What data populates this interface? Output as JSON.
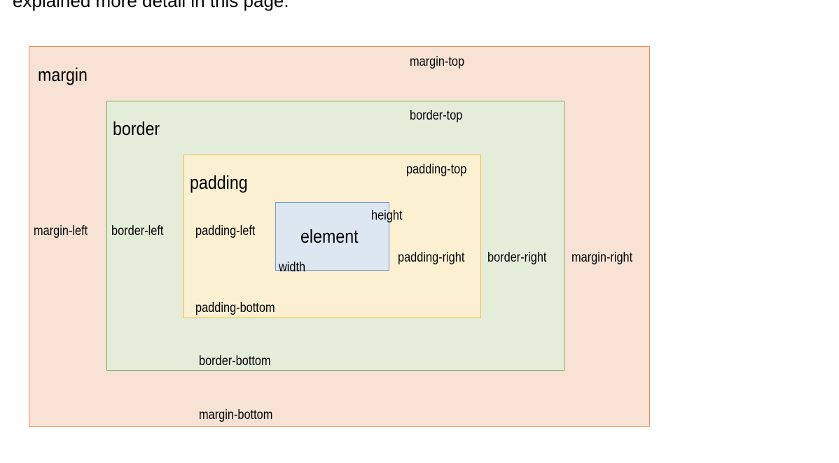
{
  "header_fragment": "explained more detail in this page.",
  "diagram": {
    "margin": {
      "title": "margin",
      "top": "margin-top",
      "left": "margin-left",
      "right": "margin-right",
      "bottom": "margin-bottom"
    },
    "border": {
      "title": "border",
      "top": "border-top",
      "left": "border-left",
      "right": "border-right",
      "bottom": "border-bottom"
    },
    "padding": {
      "title": "padding",
      "top": "padding-top",
      "left": "padding-left",
      "right": "padding-right",
      "bottom": "padding-bottom"
    },
    "element": {
      "title": "element",
      "height": "height",
      "width": "width"
    }
  },
  "colors": {
    "margin_fill": "#f8e1d5",
    "margin_stroke": "#ee8d57",
    "border_fill": "#e4ecda",
    "border_stroke": "#7fad5a",
    "padding_fill": "#fcf0d2",
    "padding_stroke": "#f3bc41",
    "element_fill": "#dce7f2",
    "element_stroke": "#6d9bd1"
  }
}
